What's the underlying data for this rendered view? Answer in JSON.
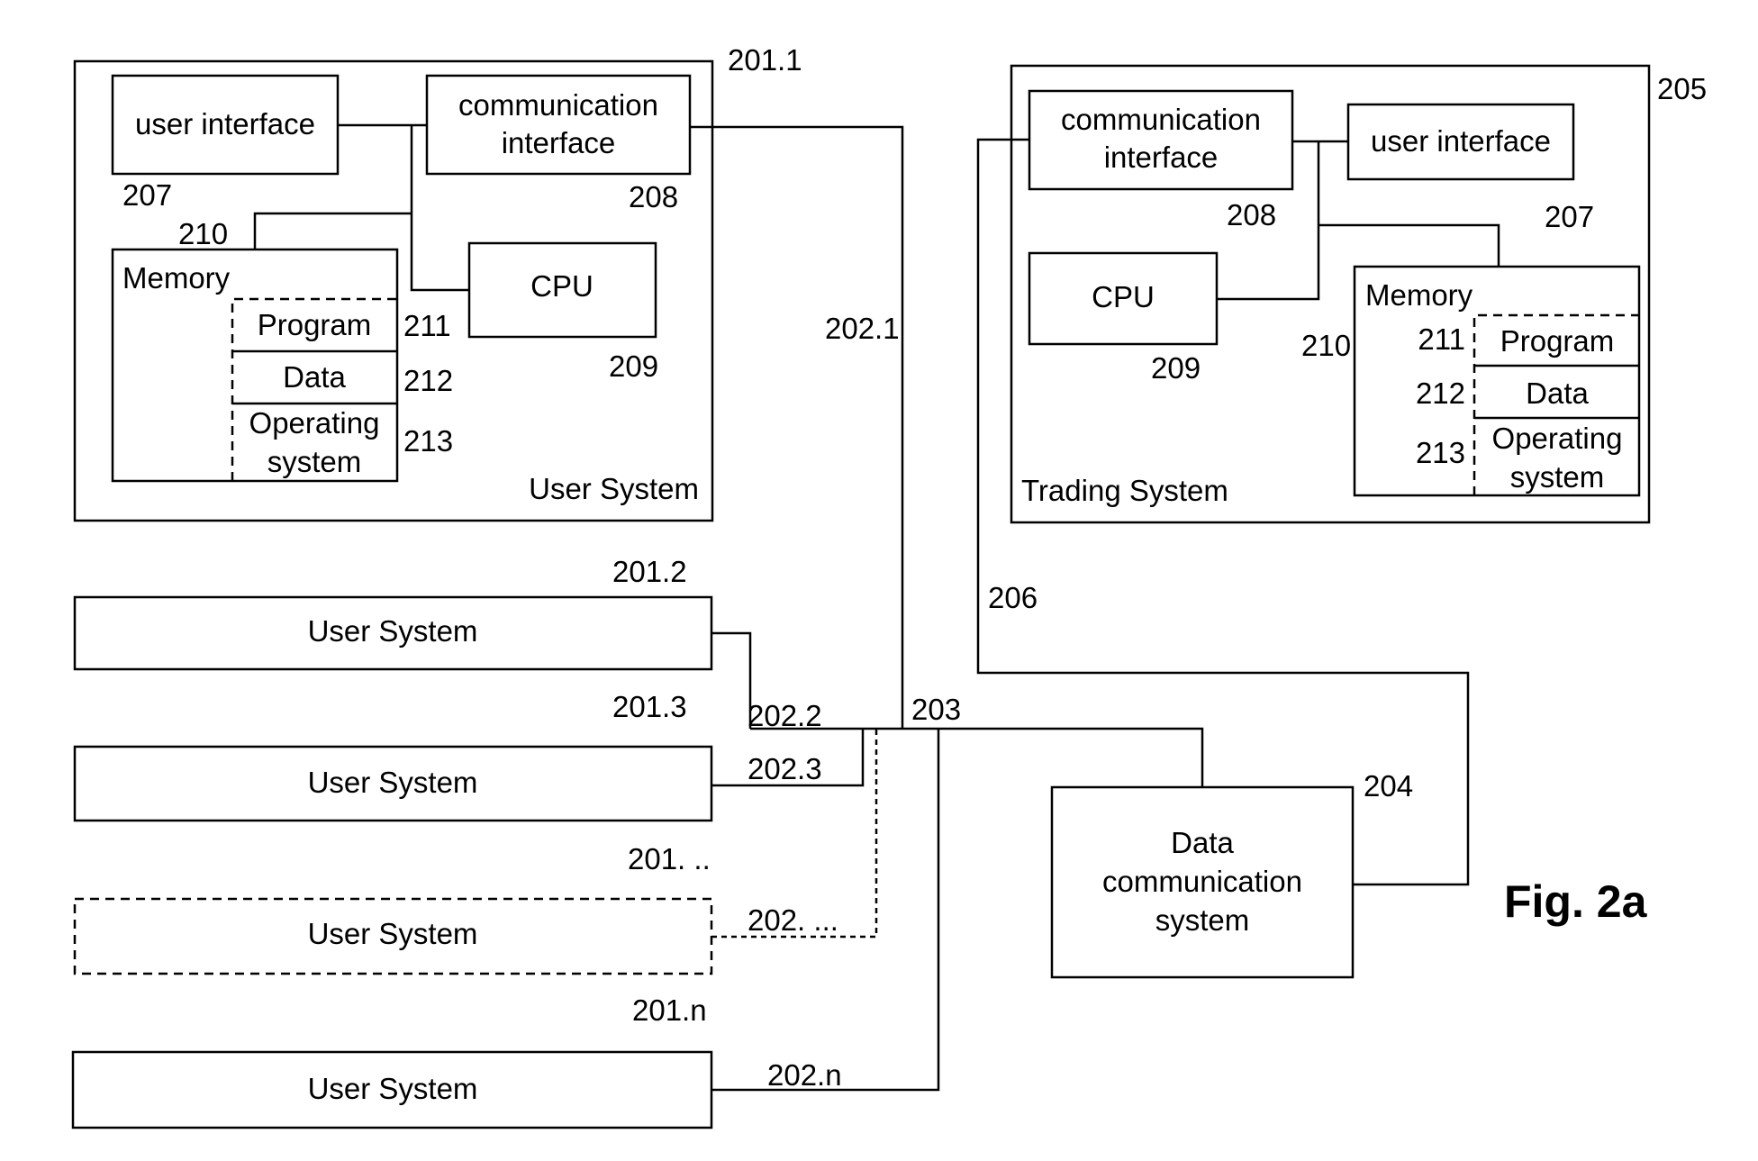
{
  "user_system_main": {
    "id": "201.1",
    "title": "User System",
    "user_interface": {
      "label": "user interface",
      "id": "207"
    },
    "comm_interface": {
      "line1": "communication",
      "line2": "interface",
      "id": "208"
    },
    "cpu": {
      "label": "CPU",
      "id": "209"
    },
    "memory": {
      "label": "Memory",
      "id": "210",
      "program": {
        "label": "Program",
        "id": "211"
      },
      "data": {
        "label": "Data",
        "id": "212"
      },
      "os": {
        "line1": "Operating",
        "line2": "system",
        "id": "213"
      }
    },
    "link_id": "202.1"
  },
  "trading_system": {
    "id": "205",
    "title": "Trading System",
    "comm_interface": {
      "line1": "communication",
      "line2": "interface",
      "id": "208"
    },
    "user_interface": {
      "label": "user interface",
      "id": "207"
    },
    "cpu": {
      "label": "CPU",
      "id": "209"
    },
    "memory": {
      "label": "Memory",
      "id": "210",
      "program": {
        "label": "Program",
        "id": "211"
      },
      "data": {
        "label": "Data",
        "id": "212"
      },
      "os": {
        "line1": "Operating",
        "line2": "system",
        "id": "213"
      }
    },
    "link_id": "206"
  },
  "user_systems": [
    {
      "id": "201.2",
      "label": "User System",
      "link_id": "202.2"
    },
    {
      "id": "201.3",
      "label": "User System",
      "link_id": "202.3"
    },
    {
      "id": "201. ..",
      "label": "User System",
      "link_id": "202. ..."
    },
    {
      "id": "201.n",
      "label": "User System",
      "link_id": "202.n"
    }
  ],
  "bus": {
    "id": "203"
  },
  "data_comm_system": {
    "id": "204",
    "line1": "Data",
    "line2": "communication",
    "line3": "system"
  },
  "figure_label": "Fig. 2a"
}
